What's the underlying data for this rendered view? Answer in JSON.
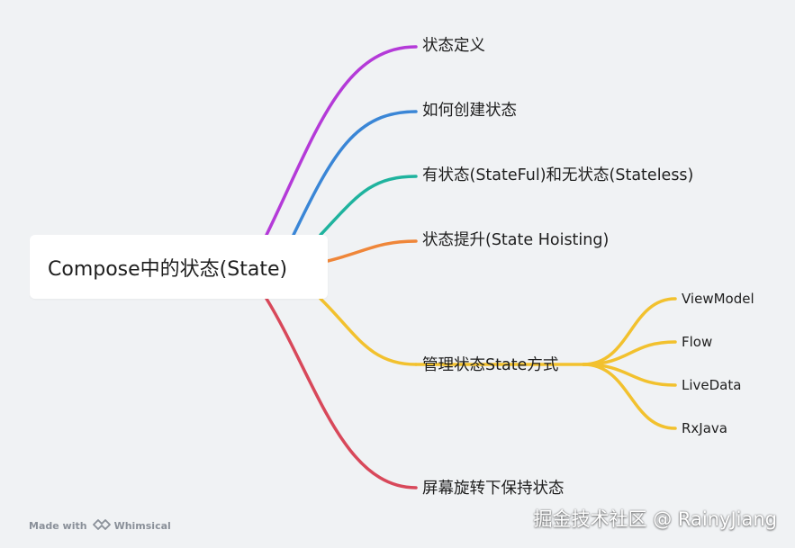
{
  "mindmap": {
    "root": "Compose中的状态(State)",
    "branches": [
      {
        "label": "状态定义",
        "color": "#b43ad8"
      },
      {
        "label": "如何创建状态",
        "color": "#3a86d6"
      },
      {
        "label": "有状态(StateFul)和无状态(Stateless)",
        "color": "#1fb39e"
      },
      {
        "label": "状态提升(State Hoisting)",
        "color": "#ef8639"
      },
      {
        "label": "管理状态State方式",
        "color": "#f2c12e",
        "children": [
          "ViewModel",
          "Flow",
          "LiveData",
          "RxJava"
        ]
      },
      {
        "label": "屏幕旋转下保持状态",
        "color": "#d8485a"
      }
    ]
  },
  "footer": {
    "made_with": "Made with",
    "brand": "Whimsical"
  },
  "watermark": "掘金技术社区 @ RainyJiang"
}
